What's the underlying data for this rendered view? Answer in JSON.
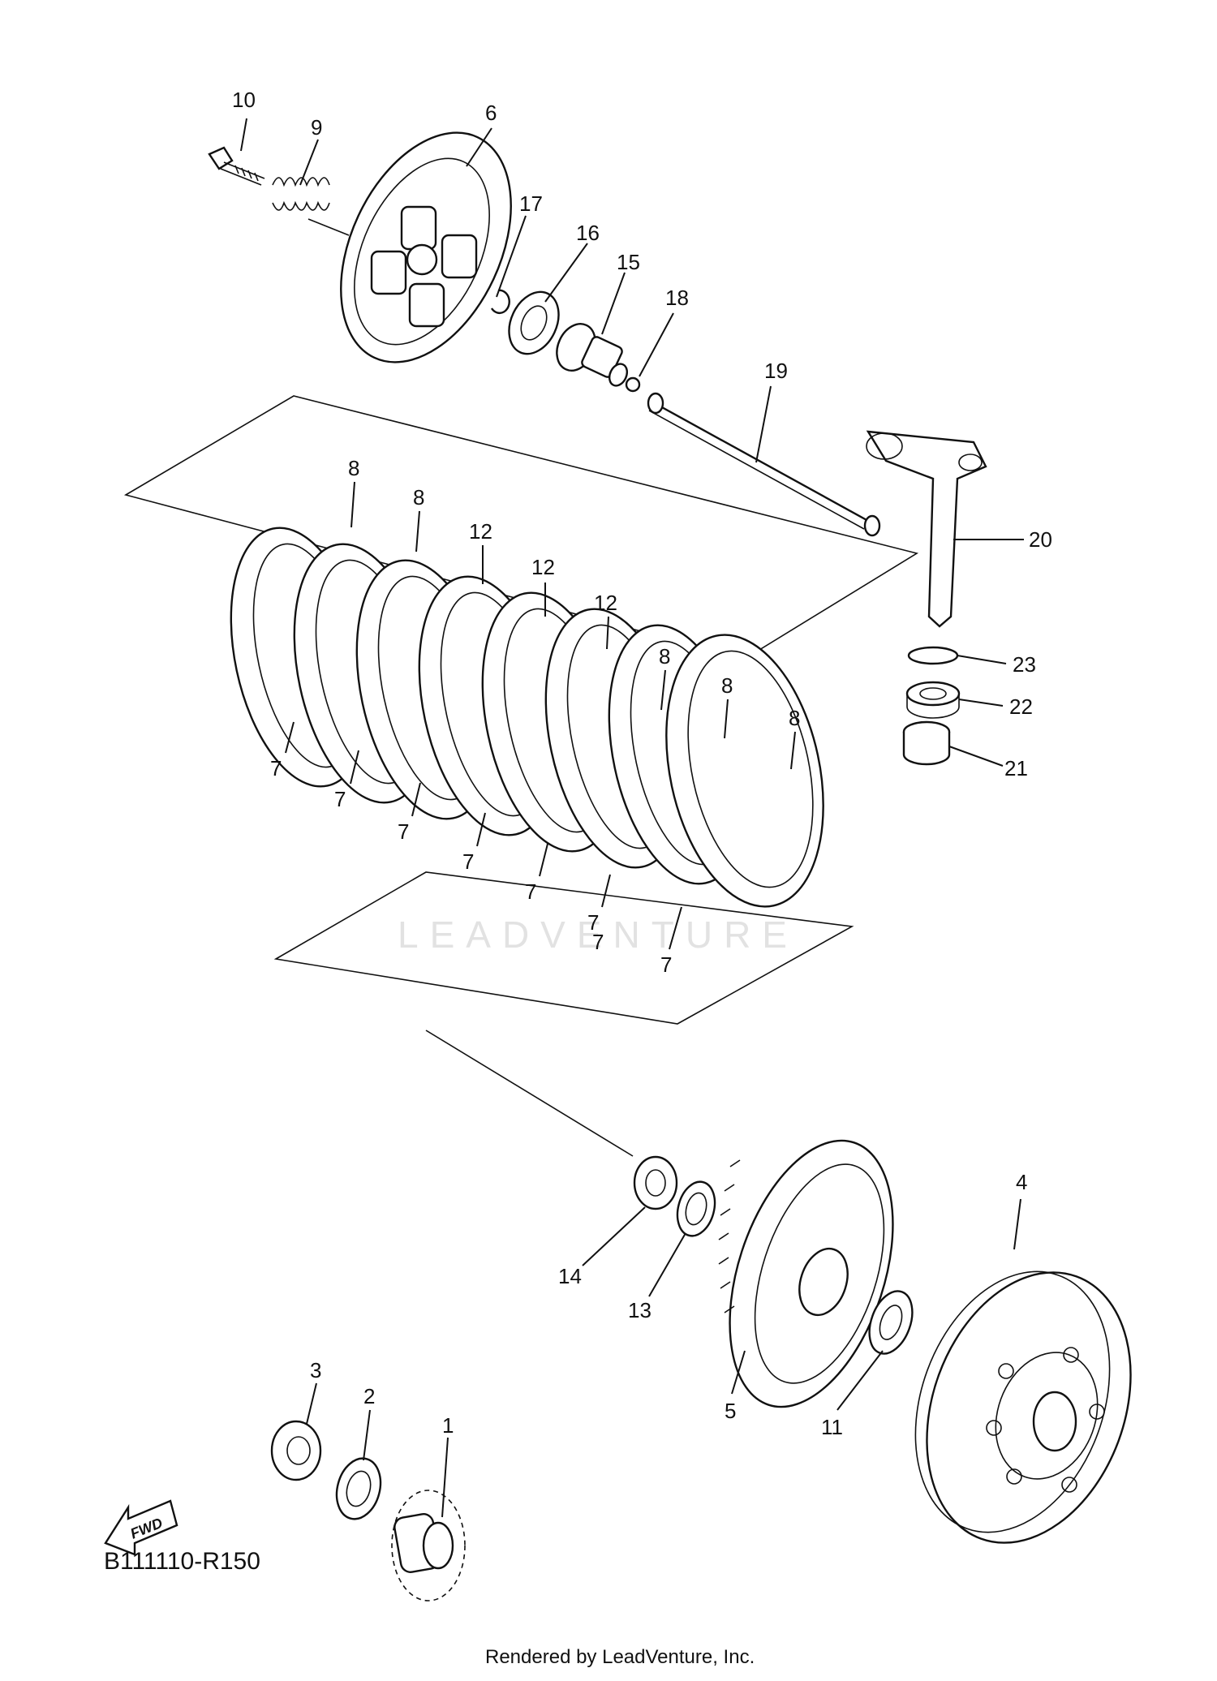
{
  "diagram": {
    "code": "B111110-R150",
    "footer": "Rendered by LeadVenture, Inc.",
    "watermark": "LEADVENTURE",
    "fwd_label": "FWD",
    "callouts": {
      "c1": "1",
      "c2": "2",
      "c3": "3",
      "c4": "4",
      "c5": "5",
      "c6": "6",
      "c7a": "7",
      "c7b": "7",
      "c7c": "7",
      "c7d": "7",
      "c7e": "7",
      "c7f": "7",
      "c7g": "7",
      "c7h": "7",
      "c8a": "8",
      "c8b": "8",
      "c8c": "8",
      "c8d": "8",
      "c8e": "8",
      "c9": "9",
      "c10": "10",
      "c11": "11",
      "c12a": "12",
      "c12b": "12",
      "c12c": "12",
      "c13": "13",
      "c14": "14",
      "c15": "15",
      "c16": "16",
      "c17": "17",
      "c18": "18",
      "c19": "19",
      "c20": "20",
      "c21": "21",
      "c22": "22",
      "c23": "23"
    }
  }
}
